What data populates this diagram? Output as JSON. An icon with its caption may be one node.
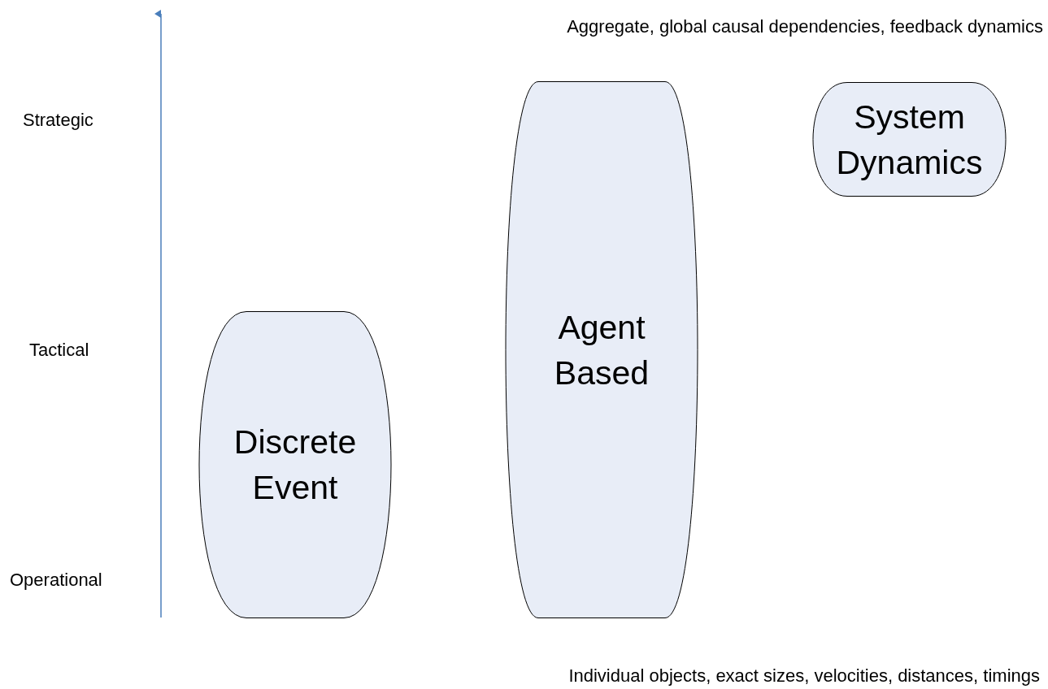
{
  "diagram": {
    "nodes": [
      {
        "text": [
          "Discrete Event"
        ]
      },
      {
        "text": [
          "Agent Based"
        ]
      },
      {
        "text": [
          "System Dynamics"
        ]
      }
    ],
    "labels": [
      "Aggregate, global causal dependencies, feedback dynamics",
      "Strategic",
      "Tactical",
      "Operational",
      "Individual objects, exact sizes, velocities, distances, timings"
    ]
  }
}
